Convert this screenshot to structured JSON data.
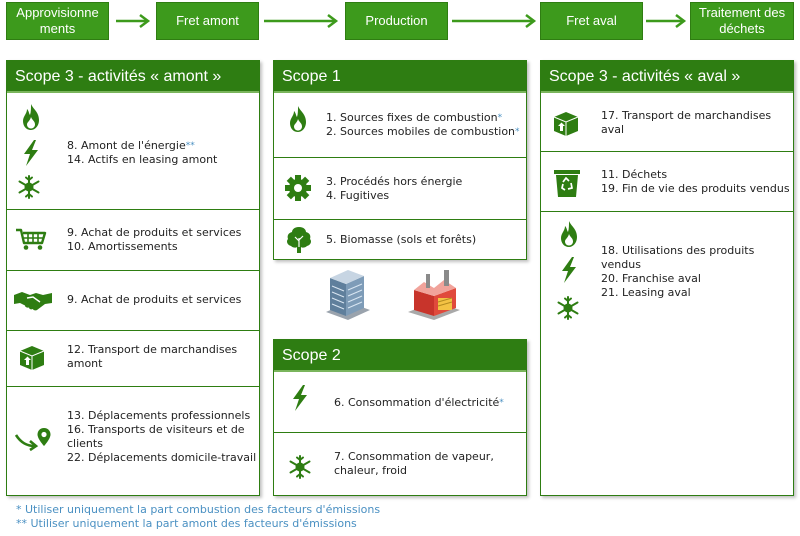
{
  "flow": {
    "steps": [
      "Approvisionne ments",
      "Fret amont",
      "Production",
      "Fret aval",
      "Traitement des déchets"
    ]
  },
  "scope3_amont": {
    "title": "Scope 3 - activités  « amont »",
    "rows": [
      {
        "icons": [
          "flame-icon",
          "lightning-icon",
          "snowflake-sun-icon"
        ],
        "lines": [
          "8. Amont de l'énergie",
          "14. Actifs en leasing amont"
        ],
        "mark": "**"
      },
      {
        "icons": [
          "shopping-cart-icon"
        ],
        "lines": [
          "9. Achat de produits et services",
          "10. Amortissements"
        ]
      },
      {
        "icons": [
          "handshake-icon"
        ],
        "lines": [
          "9. Achat de produits et services"
        ]
      },
      {
        "icons": [
          "box-icon"
        ],
        "lines": [
          "12. Transport de marchandises",
          "amont"
        ]
      },
      {
        "icons": [
          "location-arrow-icon"
        ],
        "lines": [
          "13. Déplacements professionnels",
          "16. Transports de visiteurs et de",
          "clients",
          "22. Déplacements domicile-travail"
        ]
      }
    ]
  },
  "scope1": {
    "title": "Scope 1",
    "rows": [
      {
        "icons": [
          "flame-icon"
        ],
        "lines": [
          "1. Sources fixes de combustion",
          "2. Sources mobiles de combustion"
        ],
        "marks": [
          "*",
          "*"
        ]
      },
      {
        "icons": [
          "gear-icon"
        ],
        "lines": [
          "3. Procédés hors énergie",
          "4. Fugitives"
        ]
      },
      {
        "icons": [
          "tree-icon"
        ],
        "lines": [
          "5. Biomasse (sols et forêts)"
        ]
      }
    ]
  },
  "scope2": {
    "title": "Scope 2",
    "rows": [
      {
        "icons": [
          "lightning-icon"
        ],
        "lines": [
          "6.  Consommation d'électricité"
        ],
        "mark": "*"
      },
      {
        "icons": [
          "snowflake-sun-icon"
        ],
        "lines": [
          "7. Consommation de vapeur,",
          "chaleur, froid"
        ]
      }
    ]
  },
  "scope3_aval": {
    "title": "Scope 3 - activités  « aval »",
    "rows": [
      {
        "icons": [
          "box-icon"
        ],
        "lines": [
          "17. Transport  de marchandises",
          "aval"
        ]
      },
      {
        "icons": [
          "recycle-bin-icon"
        ],
        "lines": [
          "11. Déchets",
          "19. Fin de vie des produits vendus"
        ]
      },
      {
        "icons": [
          "flame-icon",
          "lightning-icon",
          "snowflake-sun-icon"
        ],
        "lines": [
          "18. Utilisations des produits",
          "vendus",
          "20. Franchise aval",
          "21. Leasing aval"
        ]
      }
    ]
  },
  "buildings": [
    "office-building-icon",
    "factory-icon"
  ],
  "footnotes": [
    {
      "mark": "*",
      "text": " Utiliser uniquement la part combustion des facteurs d'émissions"
    },
    {
      "mark": "**",
      "text": " Utiliser uniquement la part amont des facteurs d'émissions"
    }
  ],
  "colors": {
    "green_dark": "#2e7d12",
    "green": "#3d9a1c",
    "note_blue": "#4a90c2"
  }
}
